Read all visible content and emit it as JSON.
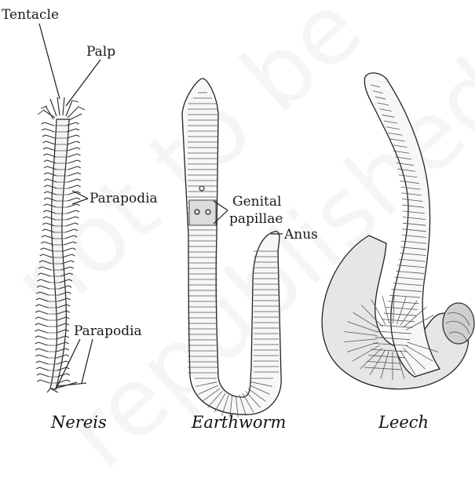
{
  "labels": {
    "tentacle": "Tentacle",
    "palp": "Palp",
    "parapodia_upper": "Parapodia",
    "genital_line1": "Genital",
    "genital_line2": "papillae",
    "anus": "Anus",
    "parapodia_lower": "Parapodia"
  },
  "captions": {
    "nereis": "Nereis",
    "earthworm": "Earthworm",
    "leech": "Leech"
  },
  "watermark": {
    "line1": "not to be",
    "line2": "republished"
  },
  "colors": {
    "ink": "#1a1a1a",
    "background": "#ffffff"
  }
}
